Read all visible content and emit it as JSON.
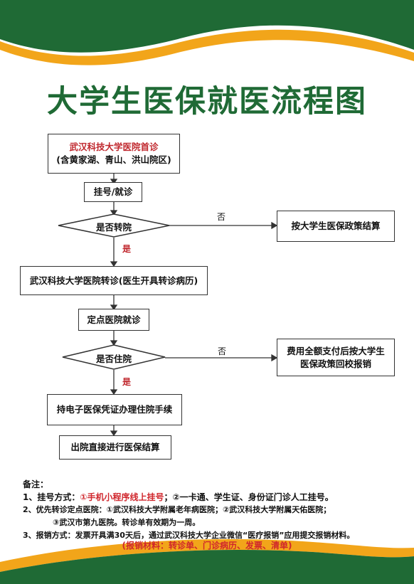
{
  "title": "大学生医保就医流程图",
  "flow": {
    "first_visit_line1": "武汉科技大学医院首诊",
    "first_visit_line2": "(含黄家湖、青山、洪山院区)",
    "register": "挂号/就诊",
    "decision_transfer": "是否转院",
    "no_transfer_label": "否",
    "no_transfer_result": "按大学生医保政策结算",
    "yes_transfer_label": "是",
    "transfer": "武汉科技大学医院转诊(医生开具转诊病历)",
    "designated": "定点医院就诊",
    "decision_hospitalize": "是否住院",
    "no_hospitalize_label": "否",
    "no_hospitalize_result_line1": "费用全额支付后按大学生",
    "no_hospitalize_result_line2": "医保政策回校报销",
    "yes_hospitalize_label": "是",
    "admission": "持电子医保凭证办理住院手续",
    "discharge": "出院直接进行医保结算"
  },
  "notes": {
    "heading": "备注：",
    "n1_prefix": "1、挂号方式：",
    "n1_red": "①手机小程序线上挂号",
    "n1_rest": "；②一卡通、学生证、身份证门诊人工挂号。",
    "n2_line1": "2、优先转诊定点医院：①武汉科技大学附属老年病医院；②武汉科技大学附属天佑医院；",
    "n2_line2": "③武汉市第九医院。转诊单有效期为一周。",
    "n3_prefix": "3、报销方式：",
    "n3_text": "发票开具满30天后，通过武汉科技大学企业微信“医疗报销”应用提交报销材料。",
    "materials": "(报销材料：转诊单、门诊病历、发票、清单)"
  },
  "colors": {
    "green": "#1f6a35",
    "orange": "#f2a51a",
    "red": "#c0282e"
  }
}
